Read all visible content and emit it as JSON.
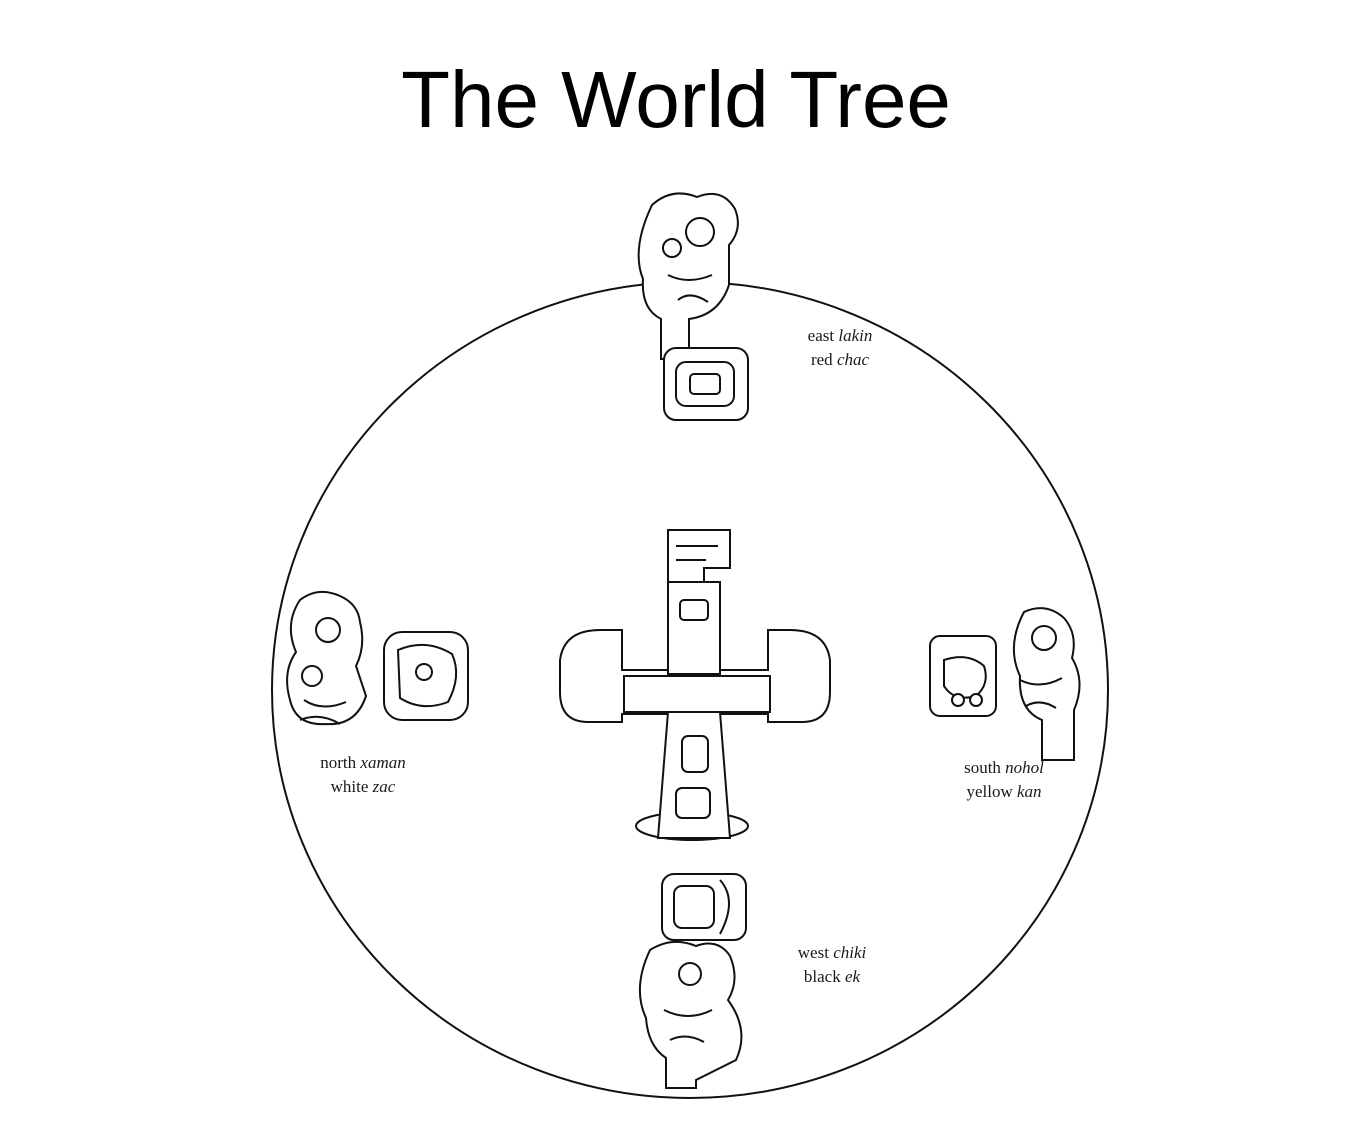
{
  "title": "The World Tree",
  "directions": {
    "east": {
      "name": "east",
      "maya": "lakin",
      "color": "red",
      "color_maya": "chac"
    },
    "north": {
      "name": "north",
      "maya": "xaman",
      "color": "white",
      "color_maya": "zac"
    },
    "south": {
      "name": "south",
      "maya": "nohol",
      "color": "yellow",
      "color_maya": "kan"
    },
    "west": {
      "name": "west",
      "maya": "chiki",
      "color": "black",
      "color_maya": "ek"
    }
  },
  "icons": {
    "center": "world-tree-cross-icon",
    "east": "east-deity-glyph-icon",
    "north": "north-deity-glyph-icon",
    "south": "south-deity-glyph-icon",
    "west": "west-deity-glyph-icon"
  }
}
